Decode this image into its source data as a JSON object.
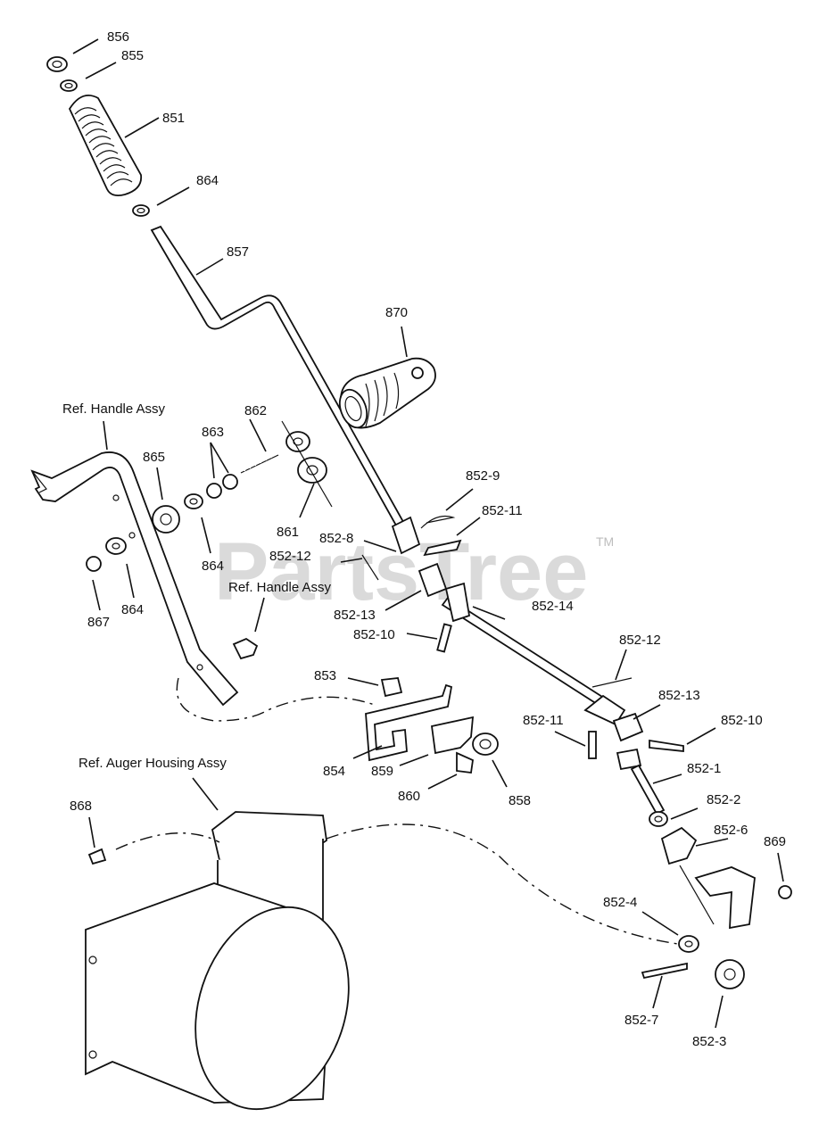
{
  "watermark": {
    "text": "PartsTree",
    "trademark": "TM"
  },
  "references": {
    "handle_assy_1": "Ref. Handle Assy",
    "handle_assy_2": "Ref. Handle Assy",
    "auger_housing": "Ref. Auger Housing Assy"
  },
  "callouts": [
    {
      "id": "856",
      "text": "856"
    },
    {
      "id": "855",
      "text": "855"
    },
    {
      "id": "851",
      "text": "851"
    },
    {
      "id": "864a",
      "text": "864"
    },
    {
      "id": "857",
      "text": "857"
    },
    {
      "id": "870",
      "text": "870"
    },
    {
      "id": "862",
      "text": "862"
    },
    {
      "id": "863",
      "text": "863"
    },
    {
      "id": "865",
      "text": "865"
    },
    {
      "id": "861",
      "text": "861"
    },
    {
      "id": "864b",
      "text": "864"
    },
    {
      "id": "867",
      "text": "867"
    },
    {
      "id": "864c",
      "text": "864"
    },
    {
      "id": "852-9",
      "text": "852-9"
    },
    {
      "id": "852-11a",
      "text": "852-11"
    },
    {
      "id": "852-8",
      "text": "852-8"
    },
    {
      "id": "852-12a",
      "text": "852-12"
    },
    {
      "id": "852-13a",
      "text": "852-13"
    },
    {
      "id": "852-14",
      "text": "852-14"
    },
    {
      "id": "852-10a",
      "text": "852-10"
    },
    {
      "id": "852-12b",
      "text": "852-12"
    },
    {
      "id": "852-13b",
      "text": "852-13"
    },
    {
      "id": "852-11b",
      "text": "852-11"
    },
    {
      "id": "852-10b",
      "text": "852-10"
    },
    {
      "id": "852-1",
      "text": "852-1"
    },
    {
      "id": "852-2",
      "text": "852-2"
    },
    {
      "id": "852-6",
      "text": "852-6"
    },
    {
      "id": "869",
      "text": "869"
    },
    {
      "id": "852-4",
      "text": "852-4"
    },
    {
      "id": "852-7",
      "text": "852-7"
    },
    {
      "id": "852-3",
      "text": "852-3"
    },
    {
      "id": "853",
      "text": "853"
    },
    {
      "id": "854",
      "text": "854"
    },
    {
      "id": "859",
      "text": "859"
    },
    {
      "id": "860",
      "text": "860"
    },
    {
      "id": "858",
      "text": "858"
    },
    {
      "id": "868",
      "text": "868"
    }
  ]
}
